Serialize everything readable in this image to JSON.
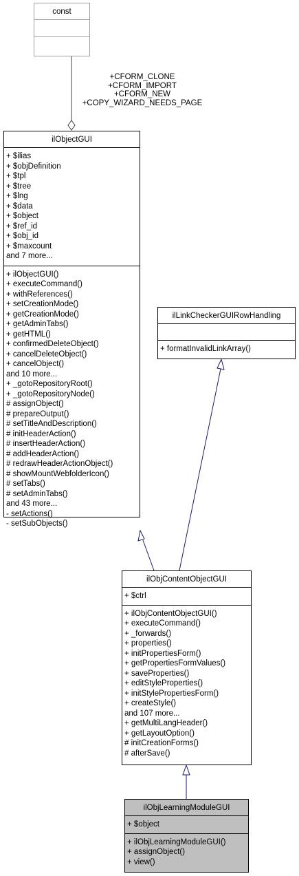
{
  "const_box": {
    "title": "const"
  },
  "edge_label": [
    "+CFORM_CLONE",
    "+CFORM_IMPORT",
    "+CFORM_NEW",
    "+COPY_WIZARD_NEEDS_PAGE"
  ],
  "object_gui": {
    "title": "ilObjectGUI",
    "attributes": [
      "+ $ilias",
      "+ $objDefinition",
      "+ $tpl",
      "+ $tree",
      "+ $lng",
      "+ $data",
      "+ $object",
      "+ $ref_id",
      "+ $obj_id",
      "+ $maxcount",
      "and 7 more..."
    ],
    "methods": [
      "+ ilObjectGUI()",
      "+ executeCommand()",
      "+ withReferences()",
      "+ setCreationMode()",
      "+ getCreationMode()",
      "+ getAdminTabs()",
      "+ getHTML()",
      "+ confirmedDeleteObject()",
      "+ cancelDeleteObject()",
      "+ cancelObject()",
      "and 10 more...",
      "+ _gotoRepositoryRoot()",
      "+ _gotoRepositoryNode()",
      "# assignObject()",
      "# prepareOutput()",
      "# setTitleAndDescription()",
      "# initHeaderAction()",
      "# insertHeaderAction()",
      "# addHeaderAction()",
      "# redrawHeaderActionObject()",
      "# showMountWebfolderIcon()",
      "# setTabs()",
      "# setAdminTabs()",
      "and 43 more...",
      "- setActions()",
      "- setSubObjects()"
    ]
  },
  "link_checker": {
    "title": "ilLinkCheckerGUIRowHandling",
    "methods": [
      "+ formatInvalidLinkArray()"
    ]
  },
  "content_object": {
    "title": "ilObjContentObjectGUI",
    "attributes": [
      "+ $ctrl"
    ],
    "methods": [
      "+ ilObjContentObjectGUI()",
      "+ executeCommand()",
      "+ _forwards()",
      "+ properties()",
      "+ initPropertiesForm()",
      "+ getPropertiesFormValues()",
      "+ saveProperties()",
      "+ editStyleProperties()",
      "+ initStylePropertiesForm()",
      "+ createStyle()",
      "and 107 more...",
      "+ getMultiLangHeader()",
      "+ getLayoutOption()",
      "# initCreationForms()",
      "# afterSave()"
    ]
  },
  "learning_module": {
    "title": "ilObjLearningModuleGUI",
    "attributes": [
      "+ $object"
    ],
    "methods": [
      "+ ilObjLearningModuleGUI()",
      "+ assignObject()",
      "+ view()"
    ]
  }
}
